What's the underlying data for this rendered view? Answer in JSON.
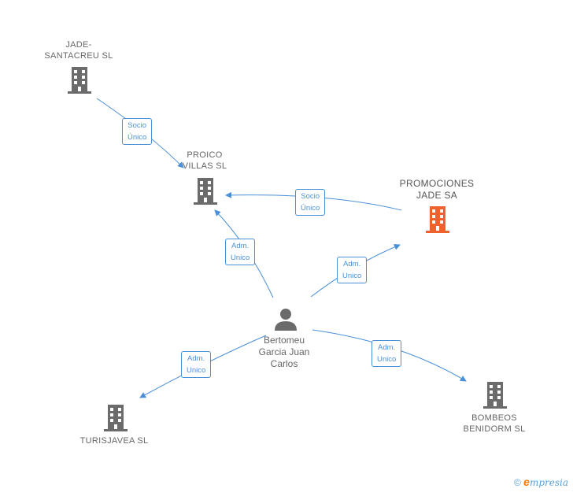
{
  "nodes": {
    "jade_santacreu": {
      "label_line1": "JADE-",
      "label_line2": "SANTACREU  SL",
      "icon": "building-icon"
    },
    "proico_villas": {
      "label_line1": "PROICO",
      "label_line2": "VILLAS SL",
      "icon": "building-icon"
    },
    "promociones_jade": {
      "label_line1": "PROMOCIONES",
      "label_line2": "JADE SA",
      "icon": "building-icon",
      "color": "#f0622d"
    },
    "turisjavea": {
      "label": "TURISJAVEA SL",
      "icon": "building-icon"
    },
    "bombeos_benidorm": {
      "label_line1": "BOMBEOS",
      "label_line2": "BENIDORM SL",
      "icon": "building-icon"
    },
    "person": {
      "label_line1": "Bertomeu",
      "label_line2": "Garcia Juan",
      "label_line3": "Carlos",
      "icon": "person-icon"
    }
  },
  "edges": {
    "jade_to_proico": {
      "line1": "Socio",
      "line2": "Único"
    },
    "promociones_to_proico": {
      "line1": "Socio",
      "line2": "Único"
    },
    "person_to_proico": {
      "line1": "Adm.",
      "line2": "Unico"
    },
    "person_to_promociones": {
      "line1": "Adm.",
      "line2": "Unico"
    },
    "person_to_turisjavea": {
      "line1": "Adm.",
      "line2": "Unico"
    },
    "person_to_bombeos": {
      "line1": "Adm.",
      "line2": "Unico"
    }
  },
  "colors": {
    "edge": "#4a90d9",
    "building": "#6b6b6b",
    "highlight": "#f0622d"
  },
  "footer": {
    "copyright": "©",
    "brand_initial": "e",
    "brand_rest": "mpresia"
  }
}
